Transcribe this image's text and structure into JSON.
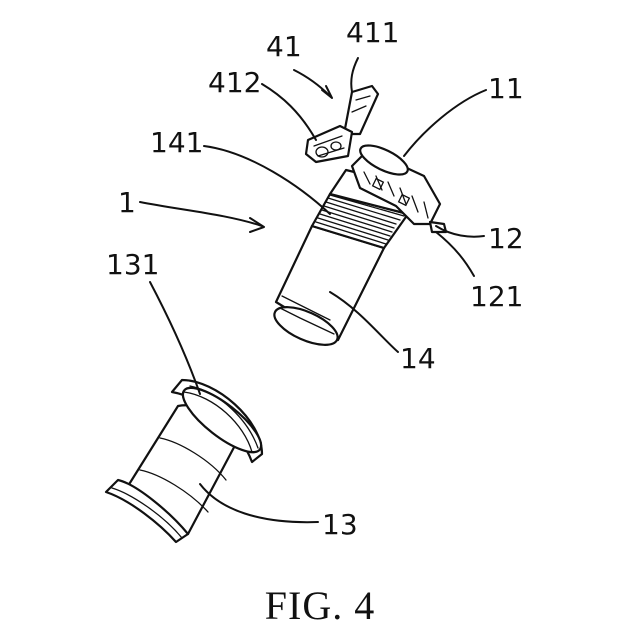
{
  "figure": {
    "caption": "FIG. 4",
    "reference_numerals": {
      "n41": "41",
      "n411": "411",
      "n412": "412",
      "n11": "11",
      "n141": "141",
      "n1": "1",
      "n12": "12",
      "n121": "121",
      "n131": "131",
      "n14": "14",
      "n13": "13"
    }
  }
}
